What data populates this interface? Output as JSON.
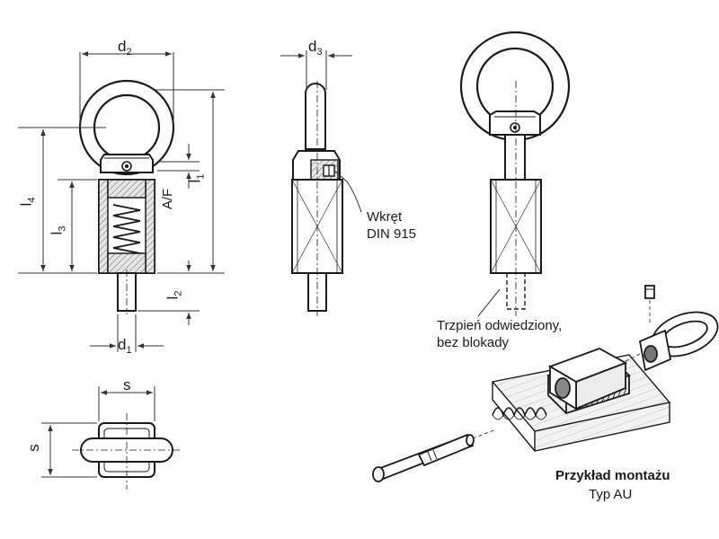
{
  "labels": {
    "d2": {
      "main": "d",
      "sub": "2"
    },
    "d3": {
      "main": "d",
      "sub": "3"
    },
    "d1": {
      "main": "d",
      "sub": "1"
    },
    "l4": {
      "main": "l",
      "sub": "4"
    },
    "l3": {
      "main": "l",
      "sub": "3"
    },
    "l1": {
      "main": "l",
      "sub": "1"
    },
    "l2": {
      "main": "l",
      "sub": "2"
    },
    "af": "A/F",
    "s_top": "s",
    "s_side": "s"
  },
  "callouts": {
    "screw": {
      "line1": "Wkręt",
      "line2": "DIN 915"
    },
    "plunger": {
      "line1": "Trzpień odwiedziony,",
      "line2": "bez blokady"
    }
  },
  "mounting": {
    "title": "Przykład montażu",
    "type": "Typ AU"
  },
  "colors": {
    "ink": "#1a1a1a",
    "dim": "#333333",
    "hatch_fill": "#d0d0d0",
    "body_fill": "#f4f4f4"
  }
}
